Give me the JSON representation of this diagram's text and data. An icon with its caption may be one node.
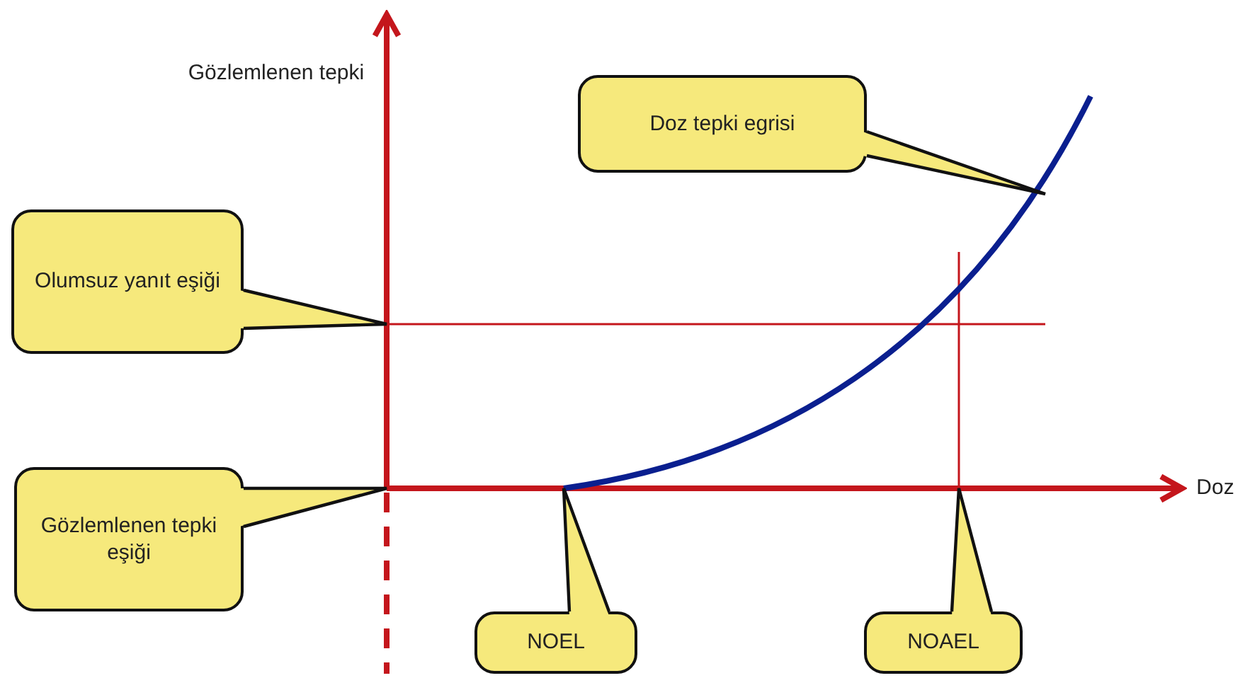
{
  "diagram": {
    "nodes": [
      {
        "text": [
          "Doz tepki egrisi"
        ]
      },
      {
        "text": [
          "Olumsuz yanıt eşiği"
        ]
      },
      {
        "text": [
          "Gözlemlenen tepki eşiği"
        ]
      },
      {
        "text": [
          "NOEL"
        ]
      },
      {
        "text": [
          "NOAEL"
        ]
      }
    ],
    "labels": [
      "Gözlemlenen tepki",
      "Doz"
    ]
  }
}
